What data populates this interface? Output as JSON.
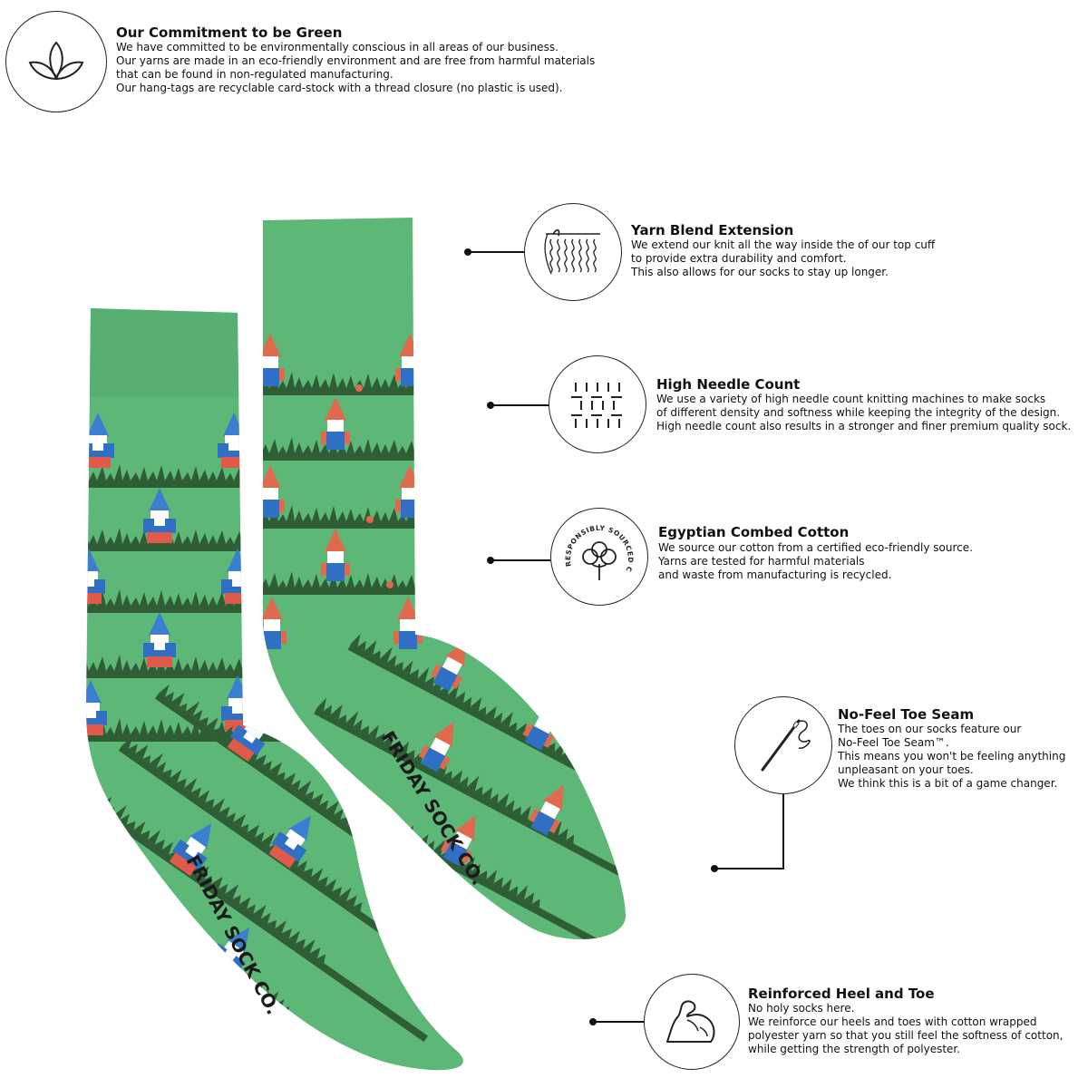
{
  "green": {
    "title": "Our Commitment to be Green",
    "lines": [
      "We have committed to be environmentally conscious in all areas of our business.",
      "Our yarns are made in an eco-friendly environment and are free from harmful materials",
      "that can be found in non-regulated manufacturing.",
      "Our hang-tags are recyclable card-stock with a thread closure (no plastic is used)."
    ],
    "icon": "leaves-icon"
  },
  "features": [
    {
      "title": "Yarn Blend Extension",
      "lines": [
        "We extend our knit all the way inside the of our top cuff",
        "to provide extra durability and comfort.",
        "This also allows for our socks to stay up longer."
      ],
      "icon": "knit-icon"
    },
    {
      "title": "High Needle Count",
      "lines": [
        "We use a variety of high needle count knitting machines to make socks",
        "of different density and softness while keeping the integrity of the design.",
        "High needle count also results in a stronger and finer premium quality sock."
      ],
      "icon": "needle-grid-icon"
    },
    {
      "title": "Egyptian Combed Cotton",
      "lines": [
        "We source our cotton from a certified eco-friendly source.",
        "Yarns are tested for harmful materials",
        "and waste from manufacturing is recycled."
      ],
      "icon": "cotton-icon",
      "badge": "RESPONSIBLY SOURCED COTTON"
    },
    {
      "title": "No-Feel Toe Seam",
      "lines": [
        "The toes on our socks feature our",
        "No-Feel Toe Seam™.",
        "This means you won't be feeling anything",
        "unpleasant on your toes.",
        "We think this is a bit of a game changer."
      ],
      "icon": "needle-thread-icon"
    },
    {
      "title": "Reinforced Heel and Toe",
      "lines": [
        "No holy socks here.",
        "We reinforce our heels and toes with cotton wrapped",
        "polyester yarn so that you still feel the softness of cotton,",
        "while getting the strength of polyester."
      ],
      "icon": "flexed-arm-icon"
    }
  ],
  "brand": "FRIDAY SOCK CO.",
  "colors": {
    "sock": "#5db877",
    "grass": "#2f5d35",
    "gnome_hat_blue": "#3a7fd0",
    "gnome_hat_red": "#e06a4e",
    "gnome_body": "#2f6fc4",
    "gnome_pants": "#e05a4a"
  }
}
